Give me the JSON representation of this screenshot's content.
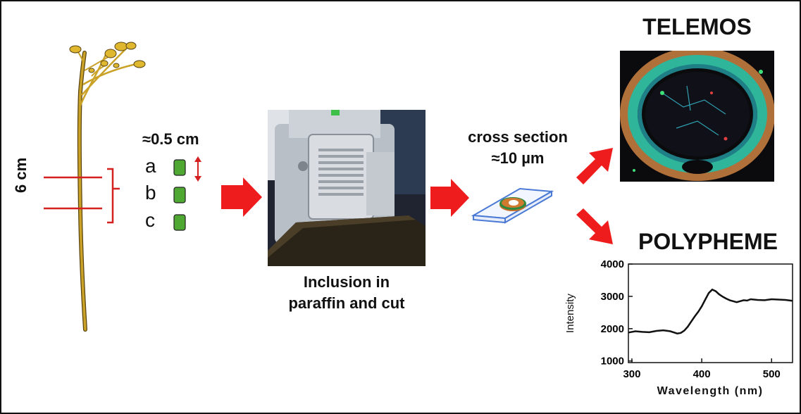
{
  "plant": {
    "length_label": "6 cm",
    "segment_length_label": "≈0.5 cm"
  },
  "segments": [
    {
      "letter": "a"
    },
    {
      "letter": "b"
    },
    {
      "letter": "c"
    }
  ],
  "inclusion": {
    "line1": "Inclusion in",
    "line2": "paraffin and cut"
  },
  "section": {
    "line1": "cross section",
    "line2": "≈10 µm"
  },
  "telemos": {
    "title": "TELEMOS"
  },
  "polypheme": {
    "title": "POLYPHEME"
  },
  "colors": {
    "arrow": "#ee1c1c",
    "segment": "#4ea832",
    "stem": "#c9a227",
    "bracket": "#d42020",
    "slide": "#4a7ad6"
  },
  "chart_data": {
    "type": "line",
    "xlabel": "Wavelength (nm)",
    "ylabel": "Intensity",
    "xlim": [
      295,
      530
    ],
    "ylim": [
      950,
      4000
    ],
    "xticks": [
      300,
      400,
      500
    ],
    "yticks": [
      1000,
      2000,
      3000,
      4000
    ],
    "series": [
      {
        "x": [
          295,
          305,
          315,
          325,
          335,
          345,
          355,
          365,
          370,
          375,
          380,
          385,
          390,
          395,
          400,
          405,
          410,
          415,
          420,
          425,
          430,
          435,
          440,
          445,
          450,
          455,
          460,
          465,
          470,
          480,
          490,
          500,
          510,
          520,
          530
        ],
        "values": [
          1880,
          1920,
          1900,
          1890,
          1930,
          1950,
          1920,
          1850,
          1870,
          1940,
          2060,
          2220,
          2380,
          2520,
          2690,
          2900,
          3100,
          3210,
          3160,
          3060,
          2990,
          2930,
          2880,
          2850,
          2820,
          2850,
          2880,
          2870,
          2910,
          2890,
          2880,
          2910,
          2900,
          2890,
          2860
        ]
      }
    ]
  }
}
